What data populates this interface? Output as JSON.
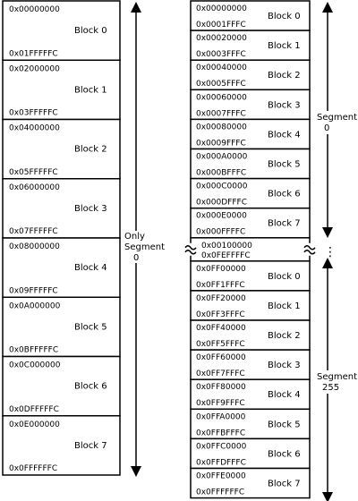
{
  "left": {
    "blocks": [
      {
        "label": "Block 0",
        "start": "0x00000000",
        "end": "0x01FFFFFC"
      },
      {
        "label": "Block 1",
        "start": "0x02000000",
        "end": "0x03FFFFFC"
      },
      {
        "label": "Block 2",
        "start": "0x04000000",
        "end": "0x05FFFFFC"
      },
      {
        "label": "Block 3",
        "start": "0x06000000",
        "end": "0x07FFFFFC"
      },
      {
        "label": "Block 4",
        "start": "0x08000000",
        "end": "0x09FFFFFC"
      },
      {
        "label": "Block 5",
        "start": "0x0A000000",
        "end": "0x0BFFFFFC"
      },
      {
        "label": "Block 6",
        "start": "0x0C000000",
        "end": "0x0DFFFFFC"
      },
      {
        "label": "Block 7",
        "start": "0x0E000000",
        "end": "0x0FFFFFFC"
      }
    ],
    "segment_label": [
      "Only",
      "Segment",
      "0"
    ]
  },
  "right": {
    "top_blocks": [
      {
        "label": "Block 0",
        "start": "0x00000000",
        "end": "0x0001FFFC"
      },
      {
        "label": "Block 1",
        "start": "0x00020000",
        "end": "0x0003FFFC"
      },
      {
        "label": "Block 2",
        "start": "0x00040000",
        "end": "0x0005FFFC"
      },
      {
        "label": "Block 3",
        "start": "0x00060000",
        "end": "0x0007FFFC"
      },
      {
        "label": "Block 4",
        "start": "0x00080000",
        "end": "0x0009FFFC"
      },
      {
        "label": "Block 5",
        "start": "0x000A0000",
        "end": "0x000BFFFC"
      },
      {
        "label": "Block 6",
        "start": "0x000C0000",
        "end": "0x000DFFFC"
      },
      {
        "label": "Block 7",
        "start": "0x000E0000",
        "end": "0x000FFFFC"
      }
    ],
    "gap": {
      "start": "0x00100000",
      "end": "0x0FEFFFFC"
    },
    "bottom_blocks": [
      {
        "label": "Block 0",
        "start": "0x0FF00000",
        "end": "0x0FF1FFFC"
      },
      {
        "label": "Block 1",
        "start": "0x0FF20000",
        "end": "0x0FF3FFFC"
      },
      {
        "label": "Block 2",
        "start": "0x0FF40000",
        "end": "0x0FF5FFFC"
      },
      {
        "label": "Block 3",
        "start": "0x0FF60000",
        "end": "0x0FF7FFFC"
      },
      {
        "label": "Block 4",
        "start": "0x0FF80000",
        "end": "0x0FF9FFFC"
      },
      {
        "label": "Block 5",
        "start": "0x0FFA0000",
        "end": "0x0FFBFFFC"
      },
      {
        "label": "Block 6",
        "start": "0x0FFC0000",
        "end": "0x0FFDFFFC"
      },
      {
        "label": "Block 7",
        "start": "0x0FFE0000",
        "end": "0x0FFFFFFC"
      }
    ],
    "segment_top_label": [
      "Segment",
      "0"
    ],
    "segment_bottom_label": [
      "Segment",
      "255"
    ],
    "ellipsis": "⋮"
  }
}
